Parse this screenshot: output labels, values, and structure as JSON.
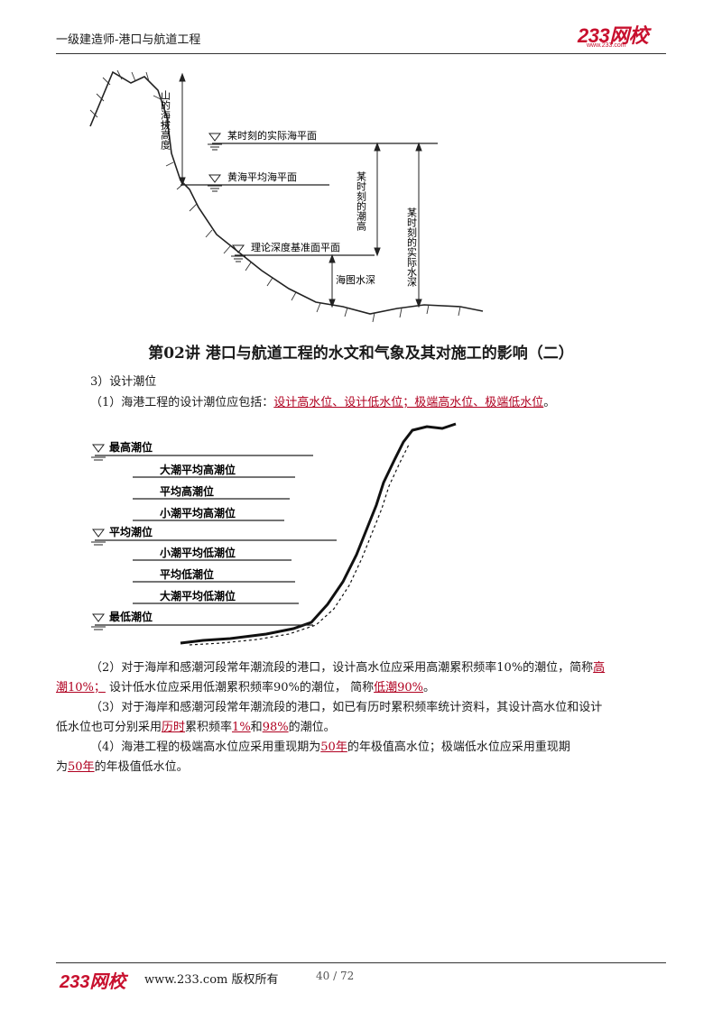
{
  "header": {
    "title": "一级建造师-港口与航道工程",
    "logo": "233网校",
    "logo_sub": "www.233.com"
  },
  "diagram1": {
    "labels": {
      "mountain_height": "山的海拔高度",
      "actual_sea_level": "某时刻的实际海平面",
      "yellow_sea_mean": "黄海平均海平面",
      "theoretical_datum": "理论深度基准面平面",
      "tide_height": "某时刻的潮高",
      "actual_depth": "某时刻的实际水深",
      "chart_depth": "海图水深"
    }
  },
  "section_title": "第02讲 港口与航道工程的水文和气象及其对施工的影响（二）",
  "sub_heading": "3）设计潮位",
  "para1": {
    "prefix": "（1）海港工程的设计潮位应包括：",
    "highlight": "设计高水位、设计低水位；极端高水位、极端低水位",
    "suffix": "。"
  },
  "diagram2": {
    "labels": {
      "highest": "最高潮位",
      "spring_mean_high": "大潮平均高潮位",
      "mean_high": "平均高潮位",
      "neap_mean_high": "小潮平均高潮位",
      "mean": "平均潮位",
      "neap_mean_low": "小潮平均低潮位",
      "mean_low": "平均低潮位",
      "spring_mean_low": "大潮平均低潮位",
      "lowest": "最低潮位"
    }
  },
  "para2": {
    "a": "（2）对于海岸和感潮河段常年潮流段的港口，设计高水位应采用高潮累积频率10%的潮位，简称",
    "h1a": "高",
    "h1b": "潮10%；",
    "b": " 设计低水位应采用低潮累积频率90%的潮位，  简称",
    "h2": "低潮90%",
    "c": "。"
  },
  "para3": {
    "a": "（3）对于海岸和感潮河段常年潮流段的港口，如已有历时累积频率统计资料，其设计高水位和设计",
    "b": "低水位也可分别采用",
    "h1": "历时",
    "c": "累积频率",
    "h2": "1%",
    "d": "和",
    "h3": "98%",
    "e": "的潮位。"
  },
  "para4": {
    "a": "（4）海港工程的极端高水位应采用重现期为",
    "h1": "50年",
    "b": "的年极值高水位；极端低水位应采用重现期",
    "c": "为",
    "h2": "50年",
    "d": "的年极值低水位。"
  },
  "footer": {
    "logo": "233网校",
    "text": "www.233.com 版权所有",
    "page": "40 / 72"
  },
  "colors": {
    "highlight": "#b00020",
    "logo": "#c8102e"
  }
}
